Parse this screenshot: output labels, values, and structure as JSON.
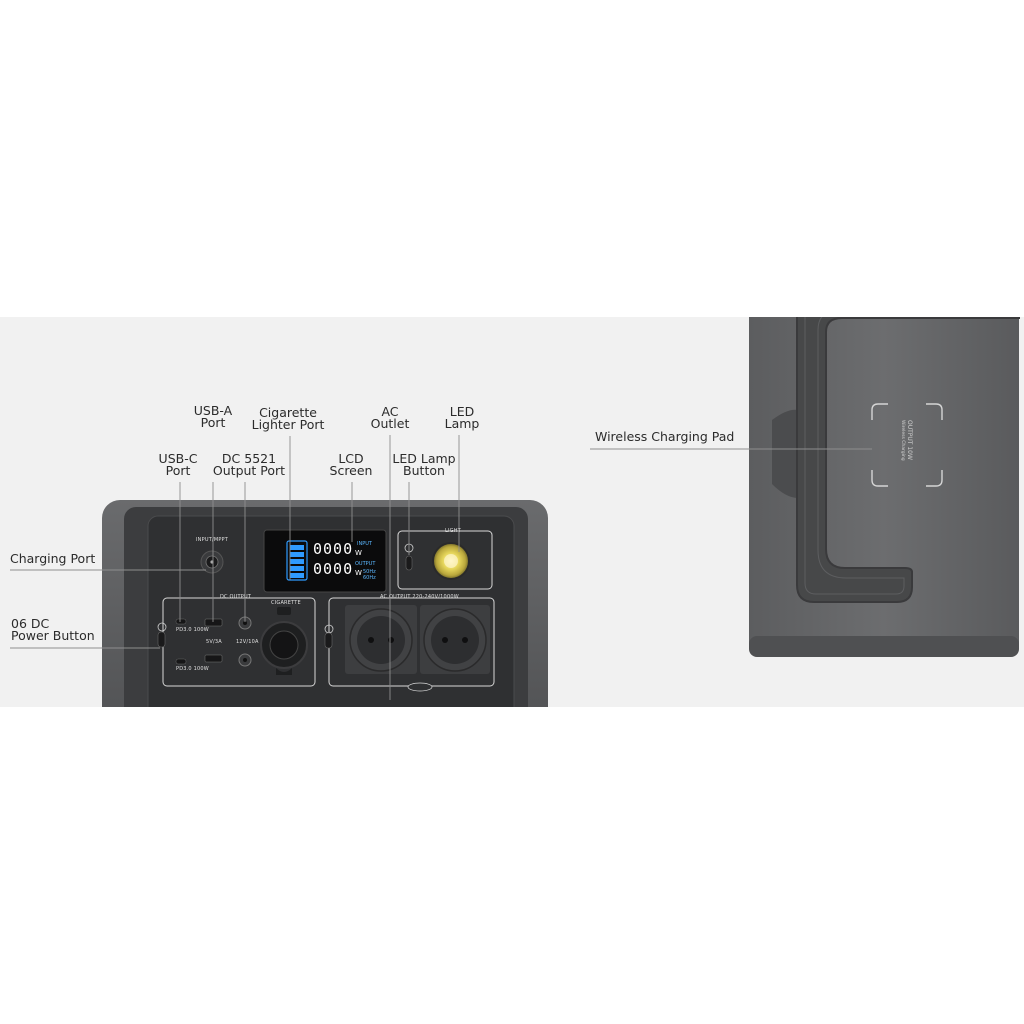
{
  "callouts": {
    "usb_a": [
      "USB-A",
      "Port"
    ],
    "cigarette": [
      "Cigarette",
      "Lighter Port"
    ],
    "ac_outlet": [
      "AC",
      "Outlet"
    ],
    "led_lamp": [
      "LED",
      "Lamp"
    ],
    "usb_c": [
      "USB-C",
      "Port"
    ],
    "dc5521": [
      "DC 5521",
      "Output Port"
    ],
    "lcd": [
      "LCD",
      "Screen"
    ],
    "led_button": [
      "LED Lamp",
      "Button"
    ],
    "charging_port": "Charging Port",
    "power_button": [
      "06 DC",
      "Power Button"
    ],
    "wireless": "Wireless Charging Pad"
  },
  "panel": {
    "input_label": "INPUT/MPPT",
    "dc_output_label": "DC OUTPUT",
    "ac_output_label": "AC OUTPUT 220-240V/1000W",
    "light_label": "LIGHT",
    "cigarette_label": "CIGARETTE",
    "usbc1_label": "PD3.0 100W",
    "usbc2_label": "PD3.0 100W",
    "usba_label": "5V/3A",
    "dc_label": "12V/10A",
    "lcd": {
      "top_digits": "0000",
      "bottom_digits": "0000",
      "unit": "W",
      "input_tag": "INPUT",
      "output_tag": "OUTPUT",
      "freq": "50Hz 60Hz"
    }
  },
  "wireless_pad": {
    "text_line1": "OUTPUT 10W",
    "text_line2": "Wireless Charging"
  },
  "colors": {
    "background": "#ffffff",
    "band": "#f1f1f1",
    "device_body": "#5a5b5d",
    "panel": "#2f3032",
    "lcd": "#0b0b0c",
    "lcd_blue": "#2f9bff",
    "lamp": "#e5d66a"
  }
}
